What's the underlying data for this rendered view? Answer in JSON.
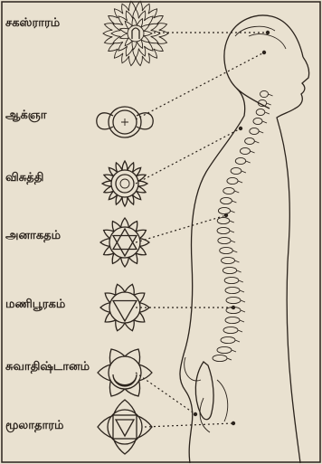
{
  "diagram": {
    "chakras": [
      {
        "label": "சகஸ்ராரம்",
        "icon": "thousand-petal-lotus-icon"
      },
      {
        "label": "ஆக்ஞா",
        "icon": "two-petal-lotus-icon"
      },
      {
        "label": "விசுத்தி",
        "icon": "sixteen-petal-lotus-icon"
      },
      {
        "label": "அனாகதம்",
        "icon": "twelve-petal-hexagram-lotus-icon"
      },
      {
        "label": "மணிபூரகம்",
        "icon": "ten-petal-triangle-lotus-icon"
      },
      {
        "label": "சுவாதிஷ்டானம்",
        "icon": "six-petal-crescent-lotus-icon"
      },
      {
        "label": "மூலாதாரம்",
        "icon": "four-petal-square-lotus-icon"
      }
    ],
    "colors": {
      "ink": "#2b231c",
      "paper": "#e9e1d0"
    }
  }
}
